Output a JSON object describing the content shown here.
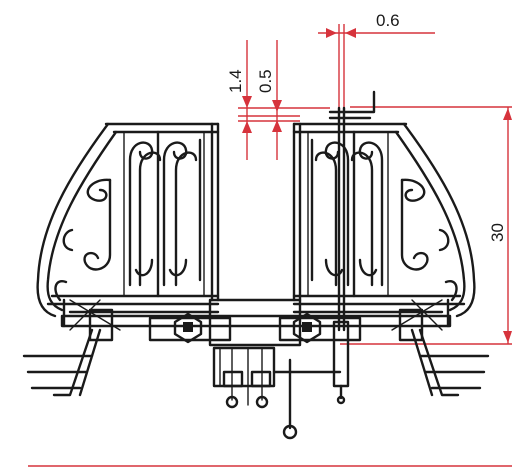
{
  "dimensions": {
    "top_gap": "0.6",
    "left_gap_outer": "1.4",
    "left_gap_inner": "0.5",
    "height": "30"
  },
  "colors": {
    "dimension_lines": "#d6333c",
    "drawing_lines": "#1a1a1a",
    "background": "#ffffff"
  }
}
